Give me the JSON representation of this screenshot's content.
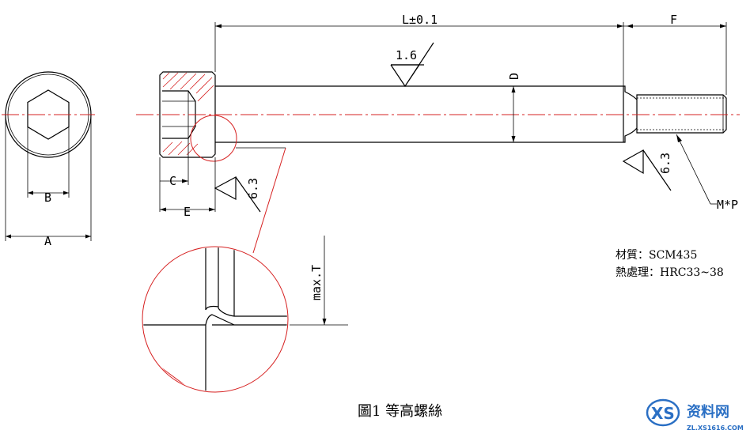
{
  "dimensions": {
    "length": "L±0.1",
    "thread_length": "F",
    "diameter": "D",
    "head_hex": "B",
    "head_dia": "A",
    "socket_depth": "C",
    "head_height": "E",
    "thread": "M*P",
    "max_t": "max.T"
  },
  "surface_finish": {
    "shaft": "1.6",
    "head": "6.3",
    "thread_end": "6.3"
  },
  "material": {
    "material_line": "材質：SCM435",
    "heat_treat_line": "熱處理：HRC33~38"
  },
  "caption": "圖1 等高螺絲",
  "watermark": {
    "brand": "资料网",
    "url": "ZL.XS1616.COM"
  },
  "colors": {
    "line": "#000000",
    "centerline": "#d62020",
    "watermark_blue": "#2a6fc4"
  }
}
